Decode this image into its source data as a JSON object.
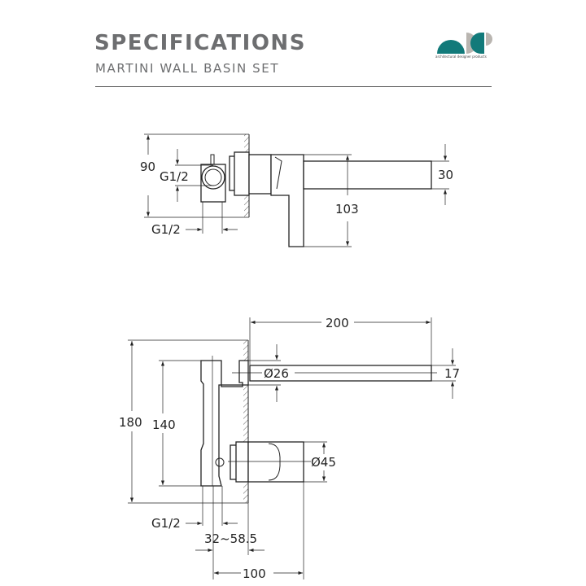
{
  "header": {
    "title": "SPECIFICATIONS",
    "subtitle": "MARTINI WALL BASIN SET"
  },
  "logo": {
    "text": "architectural designer products",
    "colors": {
      "teal": "#127a7a",
      "gray": "#b9b5b0"
    }
  },
  "top_view": {
    "height_dim": "90",
    "inlet_dim": "G1/2",
    "outlet_dim": "G1/2",
    "spout_height_dim": "30",
    "lever_dim": "103"
  },
  "side_view": {
    "spout_length_dim": "200",
    "overall_height_dim": "180",
    "centers_dim": "140",
    "spout_diameter_dim": "Ø26",
    "spout_thickness_dim": "17",
    "handle_diameter_dim": "Ø45",
    "inlet_dim": "G1/2",
    "wall_depth_dim": "32~58.5",
    "handle_projection_dim": "100"
  }
}
